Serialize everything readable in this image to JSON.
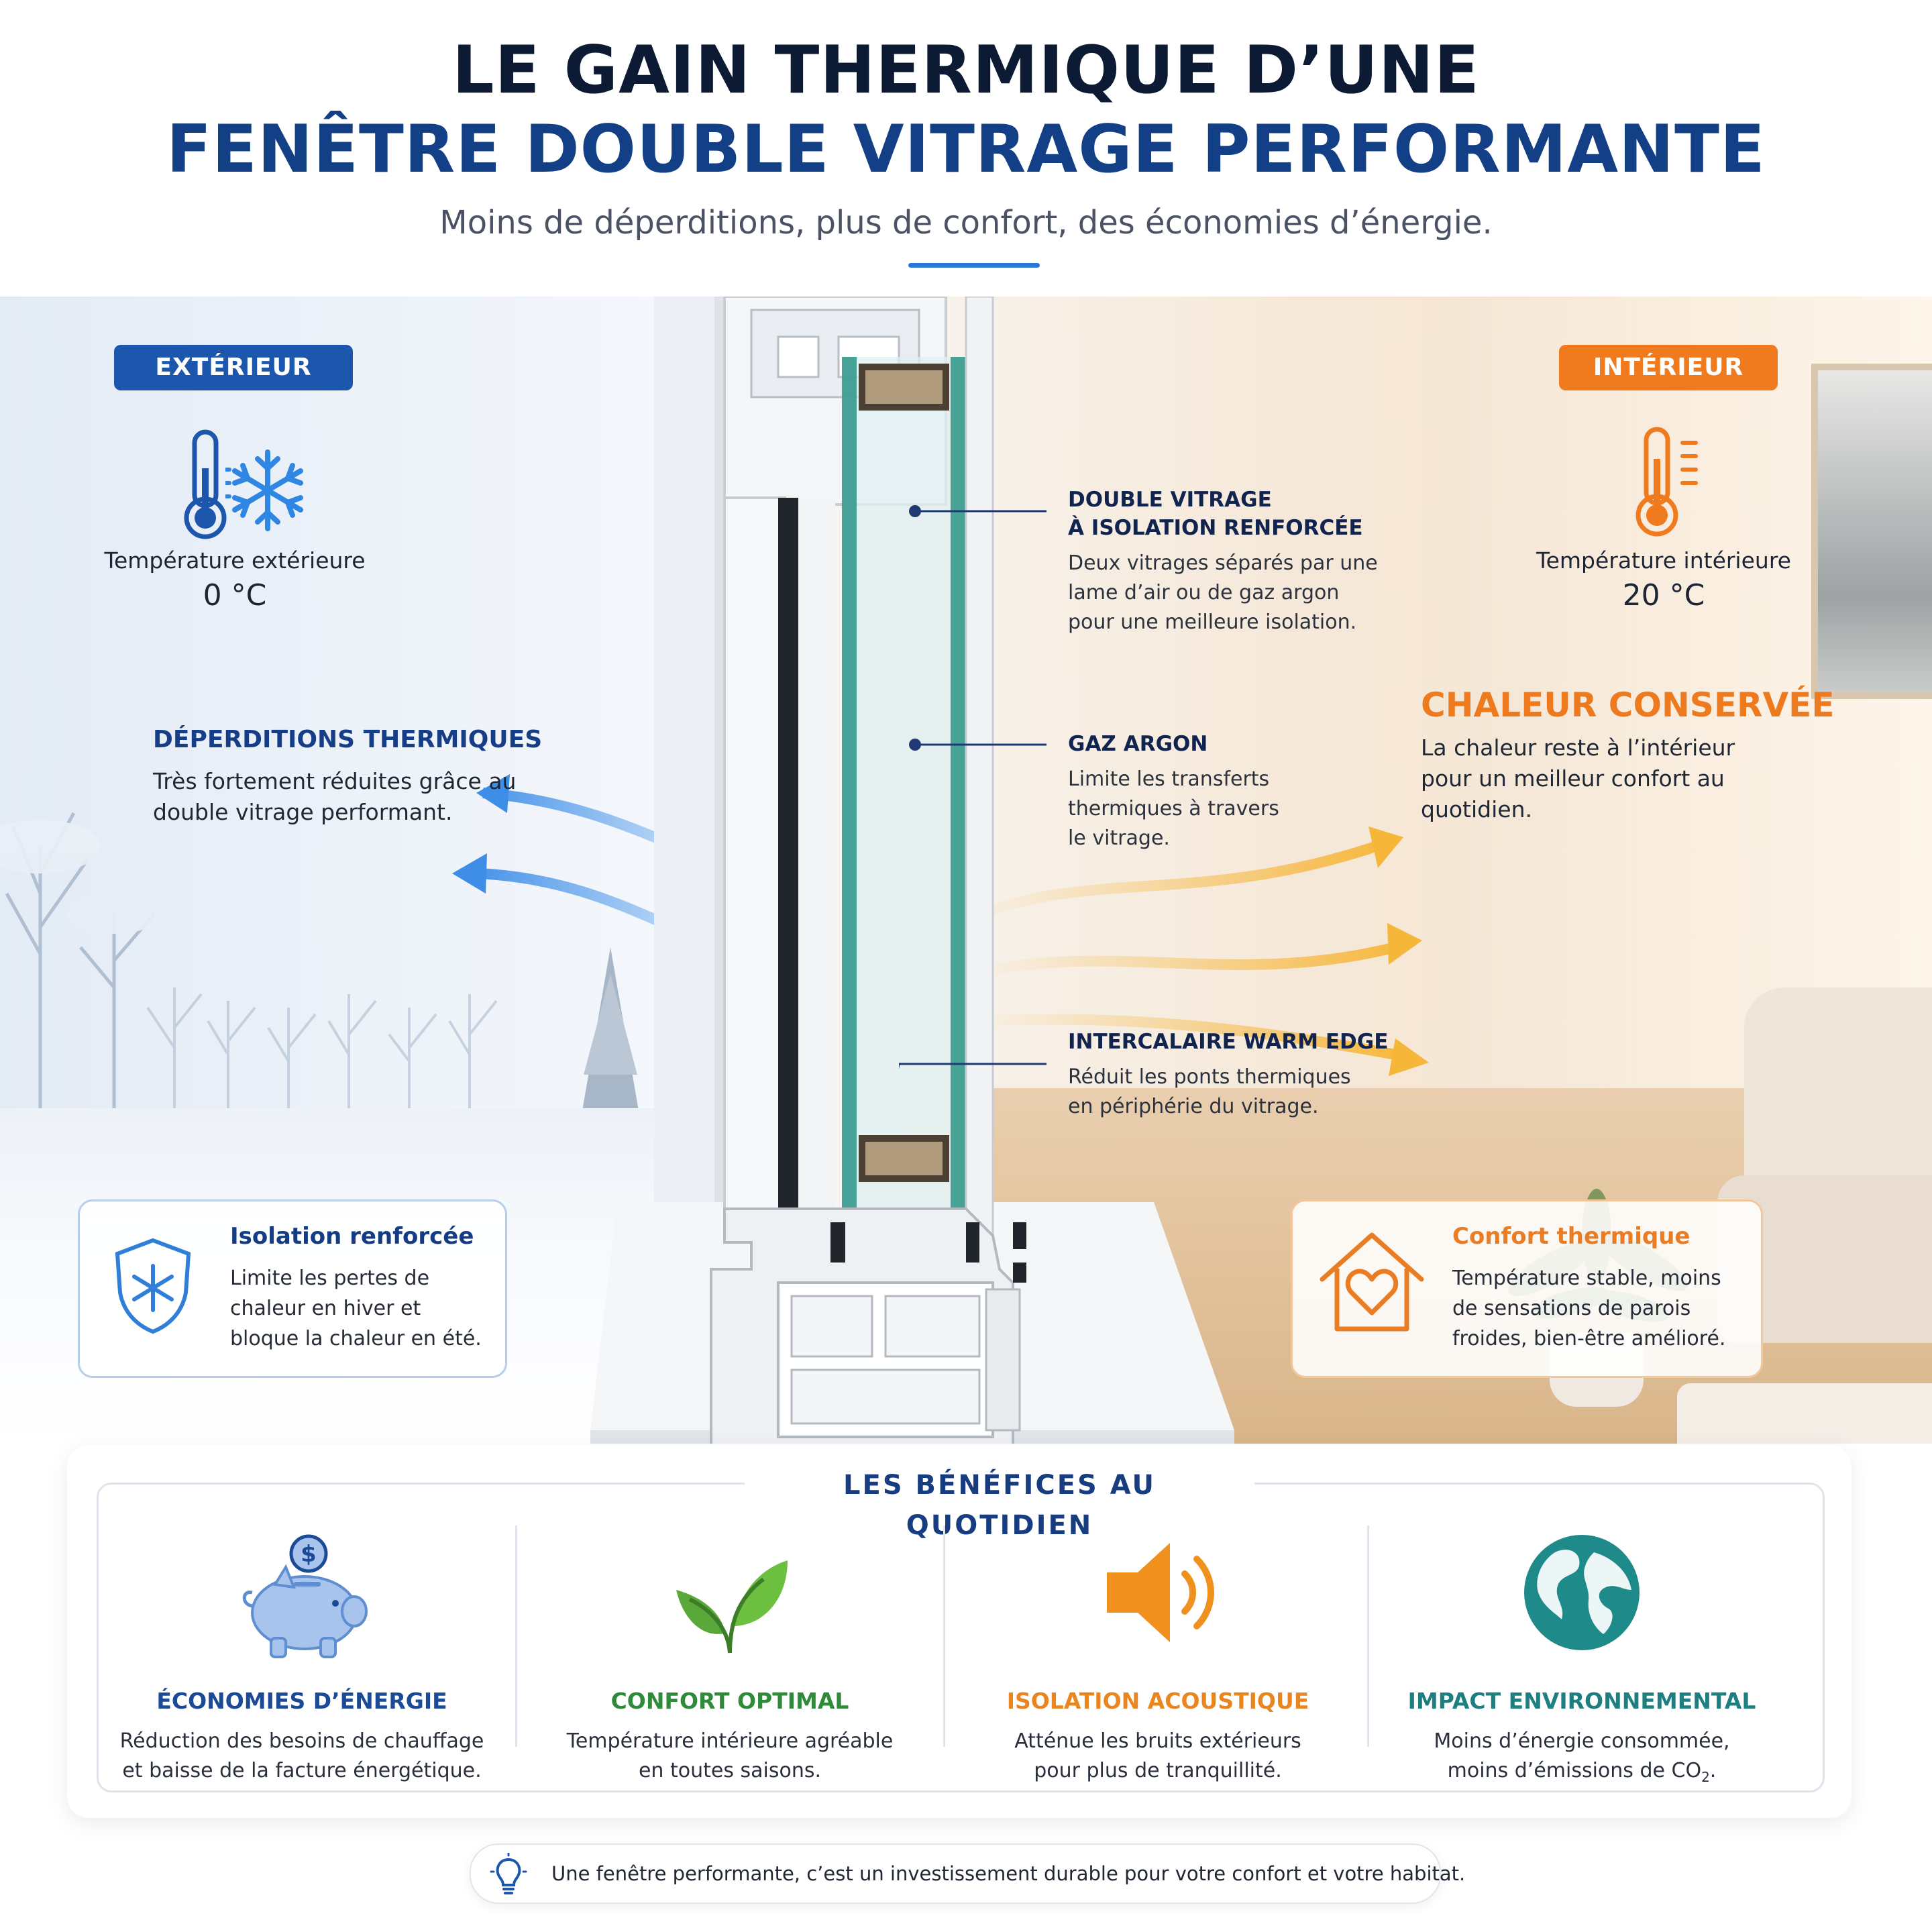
{
  "header": {
    "title_line1": "LE GAIN THERMIQUE D’UNE",
    "title_line2": "FENÊTRE DOUBLE VITRAGE PERFORMANTE",
    "subtitle": "Moins de déperditions, plus de confort, des économies d’énergie."
  },
  "exterior": {
    "badge": "EXTÉRIEUR",
    "temperature_label": "Température extérieure",
    "temperature_value": "0 °C",
    "icons": [
      "thermometer-icon",
      "snowflake-icon"
    ],
    "loss_title": "DÉPERDITIONS THERMIQUES",
    "loss_text": "Très fortement réduites grâce au double vitrage performant.",
    "card": {
      "icon": "shield-snowflake-icon",
      "title": "Isolation renforcée",
      "text": "Limite les pertes de chaleur en hiver et bloque la chaleur en été."
    }
  },
  "interior": {
    "badge": "INTÉRIEUR",
    "temperature_label": "Température intérieure",
    "temperature_value": "20 °C",
    "icons": [
      "thermometer-icon"
    ],
    "heat_title": "CHALEUR CONSERVÉE",
    "heat_text": "La chaleur reste à l’intérieur pour un meilleur confort au quotidien.",
    "card": {
      "icon": "house-heart-icon",
      "title": "Confort thermique",
      "text": "Température stable, moins de sensations de parois froides, bien-être amélioré."
    }
  },
  "callouts": [
    {
      "title_line1": "DOUBLE VITRAGE",
      "title_line2": "À ISOLATION RENFORCÉE",
      "text": "Deux vitrages séparés par une lame d’air ou de gaz argon pour une meilleure isolation."
    },
    {
      "title_line1": "GAZ ARGON",
      "title_line2": "",
      "text": "Limite les transferts thermiques à travers le vitrage."
    },
    {
      "title_line1": "INTERCALAIRE WARM EDGE",
      "title_line2": "",
      "text": "Réduit les ponts thermiques en périphérie du vitrage."
    }
  ],
  "benefits": {
    "title": "LES BÉNÉFICES AU QUOTIDIEN",
    "items": [
      {
        "icon": "piggy-bank-icon",
        "title": "ÉCONOMIES D’ÉNERGIE",
        "text_line1": "Réduction des besoins de chauffage",
        "text_line2": "et baisse de la facture énergétique.",
        "color": "#1b4b97"
      },
      {
        "icon": "leaves-icon",
        "title": "CONFORT OPTIMAL",
        "text_line1": "Température intérieure agréable",
        "text_line2": "en toutes saisons.",
        "color": "#2f8a3a"
      },
      {
        "icon": "speaker-icon",
        "title": "ISOLATION ACOUSTIQUE",
        "text_line1": "Atténue les bruits extérieurs",
        "text_line2": "pour plus de tranquillité.",
        "color": "#ea861f"
      },
      {
        "icon": "globe-icon",
        "title": "IMPACT ENVIRONNEMENTAL",
        "text_line1": "Moins d’énergie consommée,",
        "text_line2": "moins d’émissions de CO",
        "text_sub": "2",
        "text_end": ".",
        "color": "#1f7f80"
      }
    ]
  },
  "footer": {
    "icon": "lightbulb-icon",
    "text": "Une fenêtre performante, c’est un investissement durable pour votre confort et votre habitat."
  },
  "colors": {
    "navy": "#0d1a33",
    "blue": "#123f85",
    "accent_blue": "#2a78d6",
    "orange": "#f07a1e",
    "green": "#2f8a3a",
    "teal": "#1f7f80"
  }
}
